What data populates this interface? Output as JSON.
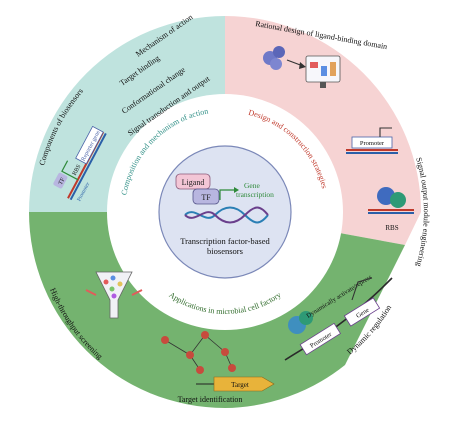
{
  "center": {
    "ligand": "Ligand",
    "tf": "TF",
    "gene_transcription_line1": "Gene",
    "gene_transcription_line2": "transcription",
    "title_line1": "Transcription factor-based",
    "title_line2": "biosensors"
  },
  "inner_ring": {
    "composition": "Composition and mechanism of action",
    "design": "Design and construction strategies",
    "applications": "Applications in microbial cell factory"
  },
  "outer_ring": {
    "mechanism_of_action": "Mechanism of action",
    "target_binding": "Target binding",
    "conformational_change": "Conformational change",
    "signal_transduction": "Signal transduction and output",
    "components": "Components of biosensors",
    "rational_design": "Rational design of ligand-binding domain",
    "signal_output_engineering": "Signal output module engineering",
    "high_throughput": "High-throughput screening",
    "target_identification": "Target identification",
    "dynamic_regulation": "Dynamic regulation"
  },
  "illustrations": {
    "tf": "TF",
    "promoter_left": "Promoter",
    "rbs_left": "RBS",
    "reporter_gene": "Reporter gene",
    "promoter_right": "Promoter",
    "rbs_right": "RBS",
    "target": "Target",
    "dynamically": "Dynamically activate/repress",
    "promoter_bottom": "Promoter",
    "gene": "Gene"
  },
  "colors": {
    "teal_sector": "#bfe3de",
    "pink_sector": "#f6d3d3",
    "green_sector": "#74b36f",
    "inner_ring": "#ffffff",
    "center_circle": "#dde3f2",
    "teal_text": "#2f8f86",
    "pink_text": "#c0392b",
    "green_text": "#2f6b2a"
  }
}
